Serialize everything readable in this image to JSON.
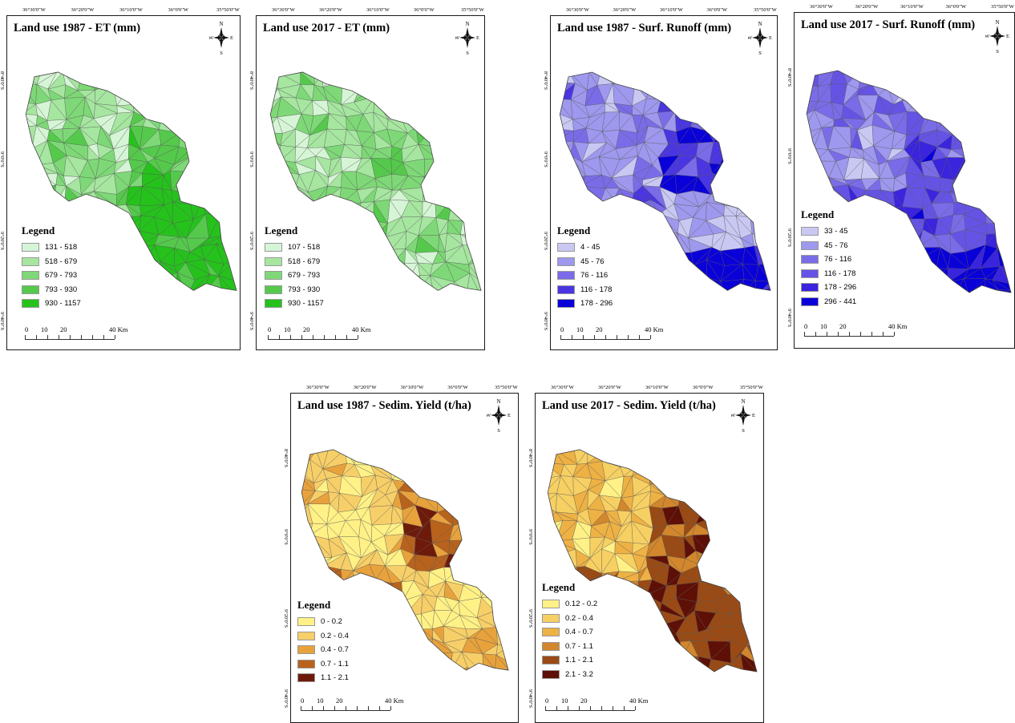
{
  "figure": {
    "lon_labels": [
      "36°30'0\"W",
      "36°20'0\"W",
      "36°10'0\"W",
      "36°0'0\"W",
      "35°50'0\"W"
    ],
    "lat_labels": [
      "8°40'0\"S",
      "9°0'0\"S",
      "9°20'0\"S",
      "9°40'0\"S"
    ],
    "lat_labels_b": [
      "8°40'0\"S",
      "9°0'0\"S",
      "9°20'0\"S",
      "9°40'0\"S"
    ],
    "compass": {
      "n": "N",
      "s": "S",
      "e": "E",
      "w": "W"
    },
    "scale": {
      "zero": "0",
      "ten": "10",
      "twenty": "20",
      "forty": "40 Km"
    },
    "legend_title": "Legend"
  },
  "panels": [
    {
      "id": "et1987",
      "title": "Land use 1987 - ET (mm)",
      "classes": [
        {
          "label": "131 - 518",
          "color": "#d6f5d6"
        },
        {
          "label": "518 - 679",
          "color": "#a6e6a0"
        },
        {
          "label": "679 - 793",
          "color": "#7ed877"
        },
        {
          "label": "793 - 930",
          "color": "#55c94c"
        },
        {
          "label": "930 - 1157",
          "color": "#25c21c"
        }
      ],
      "dominant": [
        1,
        2,
        1,
        3,
        2,
        4,
        3,
        4
      ]
    },
    {
      "id": "et2017",
      "title": "Land use 2017 - ET (mm)",
      "classes": [
        {
          "label": "107 - 518",
          "color": "#d6f5d6"
        },
        {
          "label": "518 - 679",
          "color": "#a6e6a0"
        },
        {
          "label": "679 - 793",
          "color": "#7ed877"
        },
        {
          "label": "793 - 930",
          "color": "#55c94c"
        },
        {
          "label": "930 - 1157",
          "color": "#25c21c"
        }
      ],
      "dominant": [
        1,
        1,
        1,
        2,
        1,
        1,
        1,
        1
      ]
    },
    {
      "id": "sr1987",
      "title": "Land use 1987 - Surf. Runoff (mm)",
      "classes": [
        {
          "label": "4 - 45",
          "color": "#c9c8f3"
        },
        {
          "label": "45 - 76",
          "color": "#9e98ee"
        },
        {
          "label": "76 - 116",
          "color": "#7a6ce8"
        },
        {
          "label": "116 - 178",
          "color": "#4a35e2"
        },
        {
          "label": "178 - 296",
          "color": "#0a00d8"
        }
      ],
      "dominant": [
        1,
        2,
        1,
        3,
        2,
        0,
        0,
        4
      ]
    },
    {
      "id": "sr2017",
      "title": "Land use 2017 - Surf. Runoff (mm)",
      "classes": [
        {
          "label": "33 - 45",
          "color": "#c9c8f3"
        },
        {
          "label": "45 - 76",
          "color": "#9e98ee"
        },
        {
          "label": "76 - 116",
          "color": "#7a6ce8"
        },
        {
          "label": "116 - 178",
          "color": "#6553e6"
        },
        {
          "label": "178 - 296",
          "color": "#3a24de"
        },
        {
          "label": "296 - 441",
          "color": "#0a00d8"
        }
      ],
      "dominant": [
        2,
        2,
        1,
        3,
        3,
        3,
        3,
        5
      ]
    },
    {
      "id": "sy1987",
      "title": "Land use 1987 - Sedim. Yield (t/ha)",
      "classes": [
        {
          "label": "0 - 0.2",
          "color": "#fff186"
        },
        {
          "label": "0.2 - 0.4",
          "color": "#f7cf68"
        },
        {
          "label": "0.4 - 0.7",
          "color": "#e8a23c"
        },
        {
          "label": "0.7 - 1.1",
          "color": "#b8621c"
        },
        {
          "label": "1.1 - 2.1",
          "color": "#6e1a0a"
        }
      ],
      "dominant": [
        1,
        2,
        0,
        3,
        2,
        0,
        0,
        1
      ]
    },
    {
      "id": "sy2017",
      "title": "Land use 2017 - Sedim. Yield (t/ha)",
      "classes": [
        {
          "label": "0.12 - 0.2",
          "color": "#fff186"
        },
        {
          "label": "0.2 - 0.4",
          "color": "#f7d063"
        },
        {
          "label": "0.4 - 0.7",
          "color": "#eeb144"
        },
        {
          "label": "0.7 - 1.1",
          "color": "#d2872c"
        },
        {
          "label": "1.1 - 2.1",
          "color": "#9a4a14"
        },
        {
          "label": "2.1 - 3.2",
          "color": "#5e1006"
        }
      ],
      "dominant": [
        1,
        3,
        1,
        4,
        3,
        4,
        3,
        4
      ]
    }
  ]
}
